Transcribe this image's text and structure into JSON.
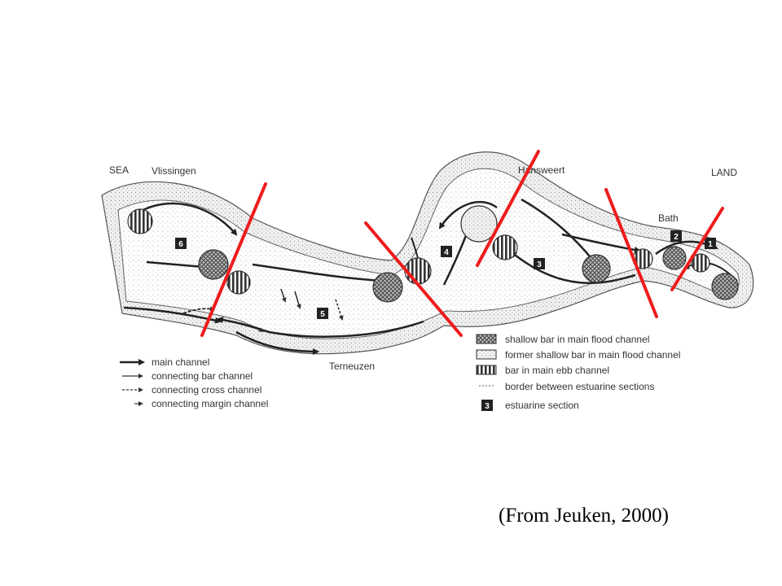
{
  "places": {
    "sea": "SEA",
    "vlissingen": "Vlissingen",
    "hansweert": "Hansweert",
    "land": "LAND",
    "bath": "Bath",
    "terneuzen": "Terneuzen"
  },
  "sections": [
    "6",
    "5",
    "4",
    "3",
    "2",
    "1"
  ],
  "legend_left": [
    {
      "label": "main channel"
    },
    {
      "label": "connecting bar channel"
    },
    {
      "label": "connecting cross channel"
    },
    {
      "label": "connecting margin channel"
    }
  ],
  "legend_right": [
    {
      "label": "shallow bar in main flood channel"
    },
    {
      "label": "former shallow bar in main flood channel"
    },
    {
      "label": "bar in main ebb channel"
    },
    {
      "label": "border between estuarine sections"
    },
    {
      "label": "estuarine section",
      "key": "3"
    }
  ],
  "credit": "(From Jeuken, 2000)",
  "colors": {
    "border_lines": "#ee1c1c",
    "ink": "#333333"
  }
}
